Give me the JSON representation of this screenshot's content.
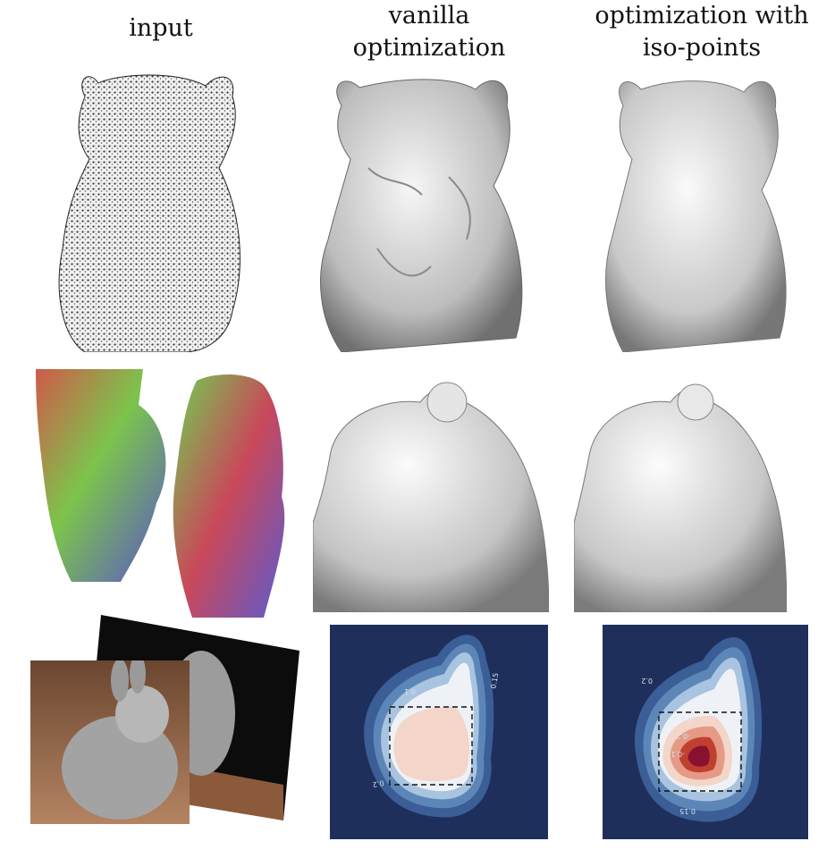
{
  "headers": {
    "col1": "input",
    "col2": [
      "vanilla",
      "optimization"
    ],
    "col3": [
      "optimization with",
      "iso-points"
    ]
  },
  "contour_labels": {
    "vanilla": [
      "0.1",
      "0.15",
      "0.2"
    ],
    "iso": [
      "0.2",
      "0.1",
      "-0.2",
      "-0.15",
      "0.15"
    ]
  },
  "colors": {
    "contour_outer": "#1e2f5c",
    "contour_mid": "#5d86b8",
    "contour_light": "#eef2f7",
    "contour_warm": "#f3d6c9",
    "contour_hot": "#8a1030",
    "mesh_gray": "#d9d9d9"
  }
}
